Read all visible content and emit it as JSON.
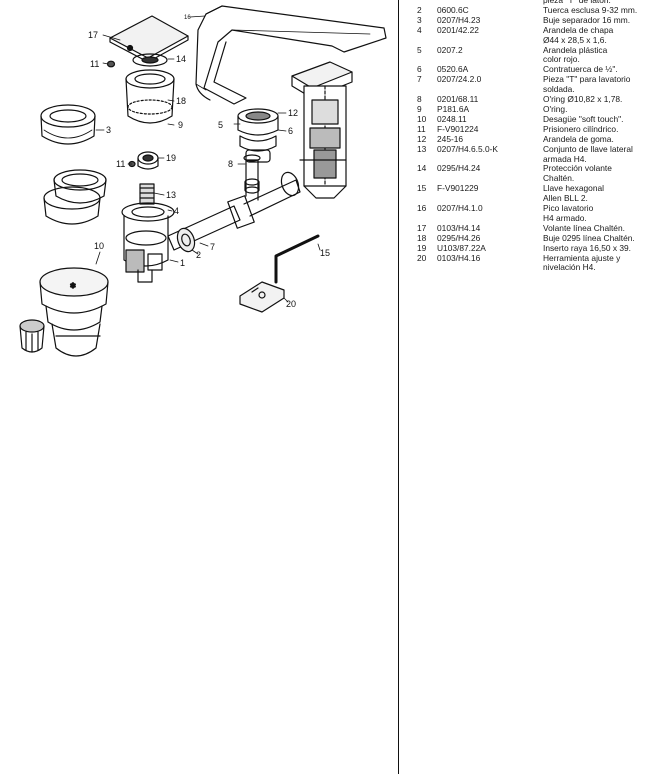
{
  "diagram": {
    "callouts": [
      {
        "id": "17",
        "label": "17"
      },
      {
        "id": "16",
        "label": "16"
      },
      {
        "id": "11a",
        "label": "11"
      },
      {
        "id": "14",
        "label": "14"
      },
      {
        "id": "18",
        "label": "18"
      },
      {
        "id": "3",
        "label": "3"
      },
      {
        "id": "9",
        "label": "9"
      },
      {
        "id": "5",
        "label": "5"
      },
      {
        "id": "6",
        "label": "6"
      },
      {
        "id": "12",
        "label": "12"
      },
      {
        "id": "8",
        "label": "8"
      },
      {
        "id": "11b",
        "label": "11"
      },
      {
        "id": "19",
        "label": "19"
      },
      {
        "id": "13",
        "label": "13"
      },
      {
        "id": "4",
        "label": "4"
      },
      {
        "id": "10",
        "label": "10"
      },
      {
        "id": "7",
        "label": "7"
      },
      {
        "id": "2",
        "label": "2"
      },
      {
        "id": "1",
        "label": "1"
      },
      {
        "id": "15",
        "label": "15"
      },
      {
        "id": "20",
        "label": "20"
      }
    ]
  },
  "parts_list": {
    "rows": [
      {
        "num": "",
        "code": "",
        "desc": "pieza \"T\" de latón."
      },
      {
        "num": "2",
        "code": "0600.6C",
        "desc": "Tuerca esclusa 9-32 mm."
      },
      {
        "num": "3",
        "code": "0207/H4.23",
        "desc": "Buje separador 16 mm."
      },
      {
        "num": "4",
        "code": "0201/42.22",
        "desc": "Arandela de chapa\nØ44 x 28,5 x 1,6."
      },
      {
        "num": "5",
        "code": "0207.2",
        "desc": "Arandela plástica\ncolor rojo."
      },
      {
        "num": "6",
        "code": "0520.6A",
        "desc": "Contratuerca de ½\"."
      },
      {
        "num": "7",
        "code": "0207/24.2.0",
        "desc": "Pieza \"T\" para lavatorio\nsoldada."
      },
      {
        "num": "8",
        "code": "0201/68.11",
        "desc": "O'ring Ø10,82 x 1,78."
      },
      {
        "num": "9",
        "code": "P181.6A",
        "desc": "O'ring."
      },
      {
        "num": "10",
        "code": "0248.11",
        "desc": "Desagüe \"soft touch\"."
      },
      {
        "num": "11",
        "code": "F-V901224",
        "desc": "Prisionero cilíndrico."
      },
      {
        "num": "12",
        "code": "245-16",
        "desc": "Arandela de goma."
      },
      {
        "num": "13",
        "code": "0207/H4.6.5.0-K",
        "desc": "Conjunto de llave lateral\narmada H4."
      },
      {
        "num": "14",
        "code": "0295/H4.24",
        "desc": "Protección volante\nChaltén."
      },
      {
        "num": "15",
        "code": "F-V901229",
        "desc": "Llave hexagonal\nAllen BLL 2."
      },
      {
        "num": "16",
        "code": "0207/H4.1.0",
        "desc": "Pico lavatorio\nH4 armado."
      },
      {
        "num": "17",
        "code": "0103/H4.14",
        "desc": "Volante línea Chaltén."
      },
      {
        "num": "18",
        "code": "0295/H4.26",
        "desc": "Buje 0295 línea Chaltén."
      },
      {
        "num": "19",
        "code": "U103/87.22A",
        "desc": "Inserto raya 16,50 x 39."
      },
      {
        "num": "20",
        "code": "0103/H4.16",
        "desc": "Herramienta ajuste y\nnivelación H4."
      }
    ]
  }
}
